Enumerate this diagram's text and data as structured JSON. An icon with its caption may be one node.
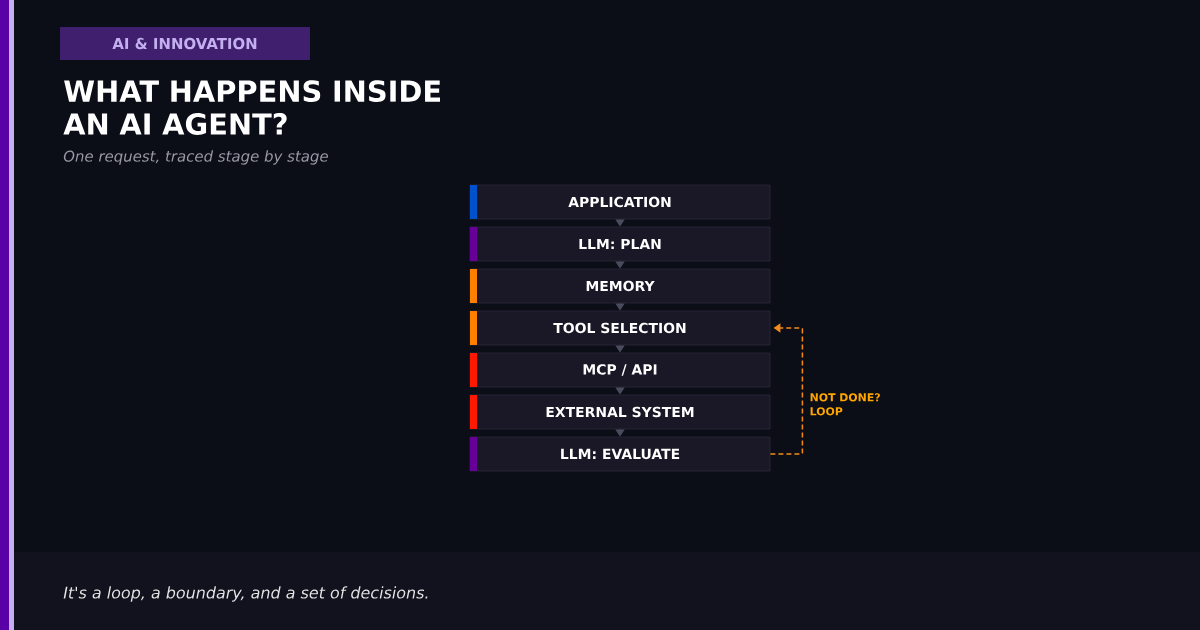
{
  "diagram": {
    "title": "WHAT HAPPENS INSIDE AN AI AGENT?",
    "caption": "It's a loop, a boundary, and a set of decisions.",
    "nodes": [
      {
        "text": [
          "AI & INNOVATION"
        ]
      },
      {
        "text": [
          "APPLICATION"
        ]
      },
      {
        "text": [
          "LLM: PLAN"
        ]
      },
      {
        "text": [
          "MEMORY"
        ]
      },
      {
        "text": [
          "TOOL SELECTION"
        ]
      },
      {
        "text": [
          "MCP / API"
        ]
      },
      {
        "text": [
          "EXTERNAL SYSTEM"
        ]
      },
      {
        "text": [
          "LLM: EVALUATE"
        ]
      }
    ],
    "edges": [
      {
        "from": 1,
        "to": 2,
        "arrow": "to"
      },
      {
        "from": 2,
        "to": 3,
        "arrow": "to"
      },
      {
        "from": 3,
        "to": 4,
        "arrow": "to"
      },
      {
        "from": 4,
        "to": 5,
        "arrow": "to"
      },
      {
        "from": 5,
        "to": 6,
        "arrow": "to"
      },
      {
        "from": 6,
        "to": 7,
        "arrow": "to"
      },
      {
        "from": 7,
        "to": 4,
        "arrow": "to",
        "label": "NOT DONE? LOOP",
        "style": "dashed",
        "color": "#f28c18"
      }
    ],
    "labels": [
      "One request, traced stage by stage"
    ]
  }
}
